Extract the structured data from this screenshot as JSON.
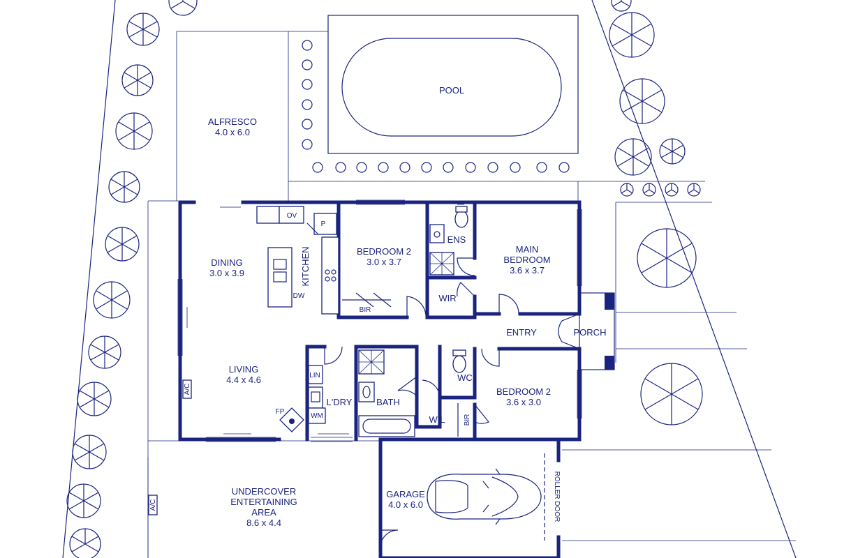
{
  "colors": {
    "ink": "#1a237e",
    "background": "#ffffff"
  },
  "rooms": {
    "pool": "POOL",
    "alfresco": {
      "name": "ALFRESCO",
      "size": "4.0 x 6.0"
    },
    "dining": {
      "name": "DINING",
      "size": "3.0 x 3.9"
    },
    "kitchen": "KITCHEN",
    "bedroom2_upper": {
      "name": "BEDROOM 2",
      "size": "3.0 x 3.7"
    },
    "ensuite": "ENS",
    "main_bedroom": {
      "name_line1": "MAIN",
      "name_line2": "BEDROOM",
      "size": "3.6 x 3.7"
    },
    "wir": "WIR",
    "entry": "ENTRY",
    "porch": "PORCH",
    "living": {
      "name": "LIVING",
      "size": "4.4 x 4.6"
    },
    "laundry": "L'DRY",
    "bath": "BATH",
    "wc": "WC",
    "wil": "WIL",
    "bedroom2_lower": {
      "name": "BEDROOM 2",
      "size": "3.6 x 3.0"
    },
    "garage": {
      "name": "GARAGE",
      "size": "4.0 x 6.0"
    },
    "undercover": {
      "line1": "UNDERCOVER",
      "line2": "ENTERTAINING",
      "line3": "AREA",
      "size": "8.6 x 4.4"
    }
  },
  "fixtures": {
    "oven": "OV",
    "pantry": "P",
    "dishwasher": "DW",
    "bir_upper": "BIR",
    "bir_lower": "BIR",
    "linen": "LIN",
    "washing_machine": "WM",
    "fireplace": "FP",
    "aircon_living": "A/C",
    "aircon_outdoor": "A/C",
    "roller_door": "ROLLER DOOR"
  }
}
